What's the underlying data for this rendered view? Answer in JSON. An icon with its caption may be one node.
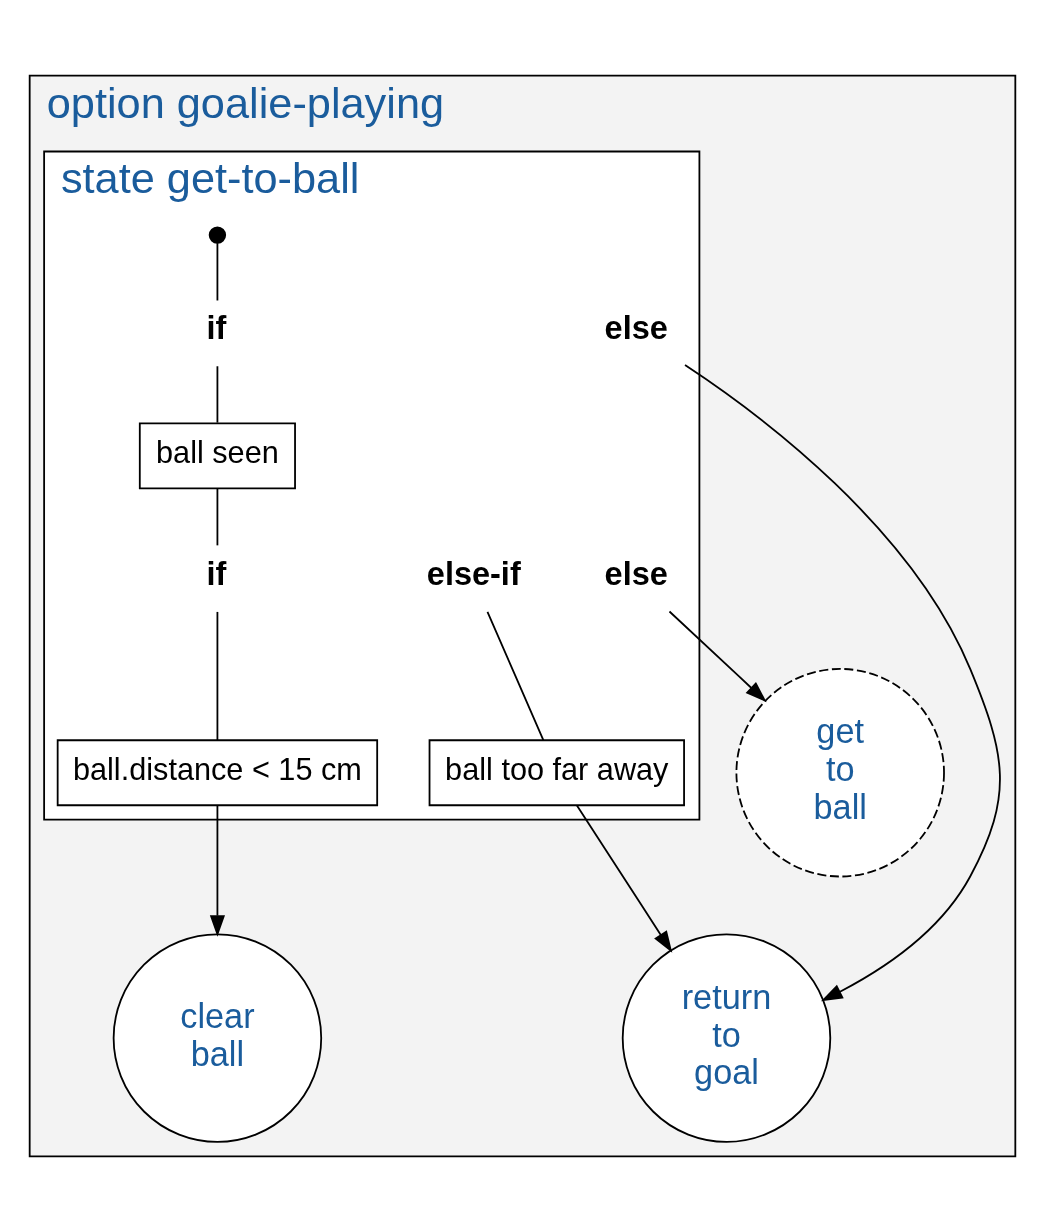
{
  "diagram": {
    "nodes": [
      {
        "text": [
          "option goalie-playing"
        ]
      },
      {
        "text": [
          "state get-to-ball"
        ],
        "in": 0
      },
      {
        "text": [],
        "shape": "circle",
        "in": 1
      },
      {
        "text": [
          "if"
        ],
        "in": 1
      },
      {
        "text": [
          "else"
        ],
        "in": 1
      },
      {
        "text": [
          "ball seen"
        ],
        "in": 1
      },
      {
        "text": [
          "if"
        ],
        "in": 1
      },
      {
        "text": [
          "else-if"
        ],
        "in": 1
      },
      {
        "text": [
          "else"
        ],
        "in": 1
      },
      {
        "text": [
          "ball.distance < 15 cm"
        ],
        "in": 1
      },
      {
        "text": [
          "ball too far away"
        ],
        "in": 1
      },
      {
        "text": [
          "clear ball"
        ],
        "in": 0
      },
      {
        "text": [
          "get to ball"
        ],
        "in": 0
      },
      {
        "text": [
          "return to goal"
        ],
        "in": 0
      }
    ],
    "edges": [
      {
        "from": 2,
        "to": 3,
        "arrow": "none"
      },
      {
        "from": 3,
        "to": 5,
        "arrow": "none"
      },
      {
        "from": 4,
        "to": 13,
        "arrow": "to"
      },
      {
        "from": 5,
        "to": 6,
        "arrow": "none"
      },
      {
        "from": 6,
        "to": 9,
        "arrow": "none"
      },
      {
        "from": 7,
        "to": 10,
        "arrow": "none"
      },
      {
        "from": 8,
        "to": 12,
        "arrow": "to"
      },
      {
        "from": 9,
        "to": 11,
        "arrow": "to"
      },
      {
        "from": 10,
        "to": 13,
        "arrow": "to"
      }
    ]
  }
}
